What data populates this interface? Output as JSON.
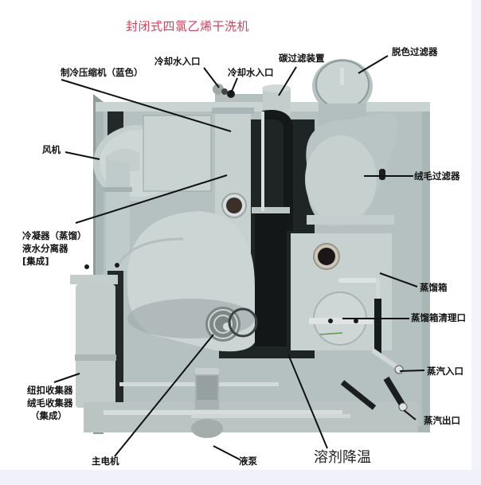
{
  "title": "封闭式四氯乙烯干洗机",
  "colors": {
    "title": "#d4405a",
    "machine_body": "#b9c6c6",
    "machine_light": "#cfd9d8",
    "machine_dark": "#1e2222",
    "leader_line": "#111111",
    "background": "#ffffff"
  },
  "labels": {
    "refrigeration_compressor": "制冷压缩机（蓝色）",
    "cooling_water_inlet_1": "冷却水入口",
    "cooling_water_inlet_2": "冷却水入口",
    "carbon_filter": "碳过滤装置",
    "decolor_filter": "脱色过滤器",
    "fan": "风机",
    "condenser_line1": "冷凝器（蒸馏）",
    "condenser_line2": "液水分离器",
    "condenser_line3": "[集成]",
    "lint_filter": "绒毛过滤器",
    "still_box": "蒸馏箱",
    "still_cleanout": "蒸馏箱清理口",
    "button_collector_line1": "纽扣收集器",
    "button_collector_line2": "绒毛收集器",
    "button_collector_line3": "（集成）",
    "steam_inlet": "蒸汽入口",
    "steam_outlet": "蒸汽出口",
    "main_motor": "主电机",
    "liquid_pump": "液泵",
    "solvent_cooling": "溶剂降温"
  }
}
